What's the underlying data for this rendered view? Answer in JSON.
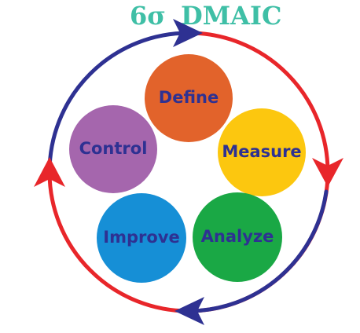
{
  "title": {
    "sigma": "6σ",
    "name": "DMAIC"
  },
  "phases": [
    {
      "id": "define",
      "label": "Define",
      "color": "#e2632b"
    },
    {
      "id": "measure",
      "label": "Measure",
      "color": "#fcc70f"
    },
    {
      "id": "analyze",
      "label": "Analyze",
      "color": "#1aa845"
    },
    {
      "id": "improve",
      "label": "Improve",
      "color": "#168fd6"
    },
    {
      "id": "control",
      "label": "Control",
      "color": "#a566ad"
    }
  ],
  "colors": {
    "title": "#3fbfa6",
    "label": "#2e3192",
    "ring_blue": "#2e3192",
    "ring_red": "#e8262a"
  }
}
